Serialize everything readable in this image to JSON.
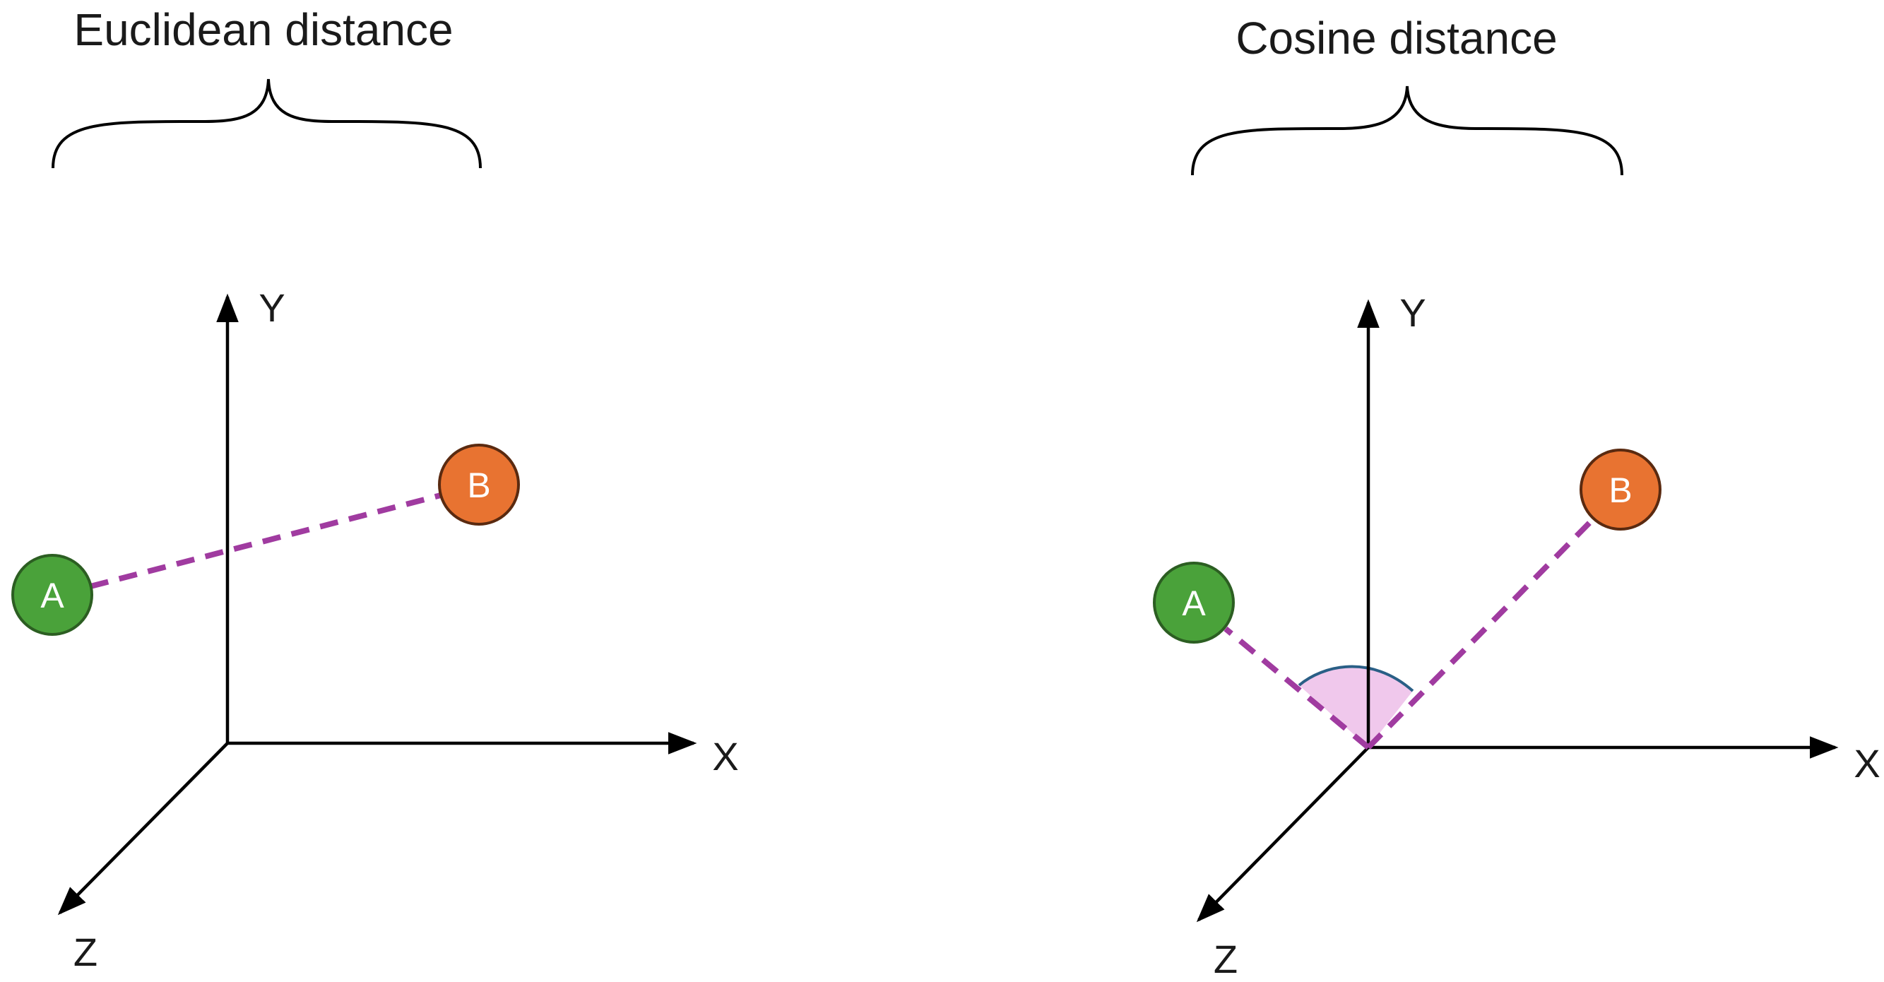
{
  "colors": {
    "point_a_fill": "#4aa23a",
    "point_a_stroke": "#2c5e22",
    "point_b_fill": "#e87331",
    "point_b_stroke": "#5a2a10",
    "distance_line": "#a03ba0",
    "angle_fill": "#f0c8ec",
    "angle_arc": "#2a5f86"
  },
  "euclidean": {
    "title": "Euclidean distance",
    "axis_y": "Y",
    "axis_x": "X",
    "axis_z": "Z",
    "point_a": "A",
    "point_b": "B"
  },
  "cosine": {
    "title": "Cosine distance",
    "axis_y": "Y",
    "axis_x": "X",
    "axis_z": "Z",
    "point_a": "A",
    "point_b": "B"
  }
}
